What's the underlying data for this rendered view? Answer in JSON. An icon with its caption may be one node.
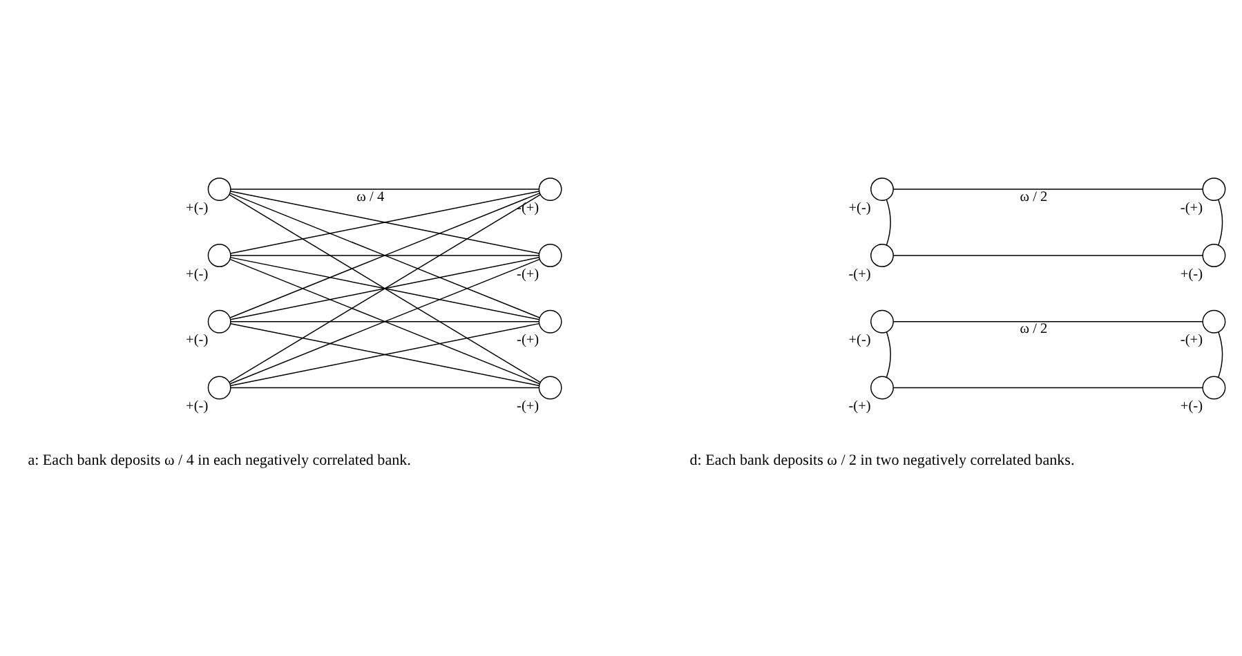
{
  "diagram": {
    "nodes": [
      {
        "text": [],
        "shape": "circle",
        "beside": [
          "+(-)"
        ]
      },
      {
        "text": [],
        "shape": "circle",
        "beside": [
          "+(-)"
        ]
      },
      {
        "text": [],
        "shape": "circle",
        "beside": [
          "+(-)"
        ]
      },
      {
        "text": [],
        "shape": "circle",
        "beside": [
          "+(-)"
        ]
      },
      {
        "text": [],
        "shape": "circle",
        "beside": [
          "-(+)"
        ]
      },
      {
        "text": [],
        "shape": "circle",
        "beside": [
          "-(+)"
        ]
      },
      {
        "text": [],
        "shape": "circle",
        "beside": [
          "-(+)"
        ]
      },
      {
        "text": [],
        "shape": "circle",
        "beside": [
          "-(+)"
        ]
      },
      {
        "text": [],
        "shape": "circle",
        "beside": [
          "+(-)"
        ]
      },
      {
        "text": [],
        "shape": "circle",
        "beside": [
          "-(+)"
        ]
      },
      {
        "text": [],
        "shape": "circle",
        "beside": [
          "-(+)"
        ]
      },
      {
        "text": [],
        "shape": "circle",
        "beside": [
          "+(-)"
        ]
      },
      {
        "text": [],
        "shape": "circle",
        "beside": [
          "+(-)"
        ]
      },
      {
        "text": [],
        "shape": "circle",
        "beside": [
          "-(+)"
        ]
      },
      {
        "text": [],
        "shape": "circle",
        "beside": [
          "-(+)"
        ]
      },
      {
        "text": [],
        "shape": "circle",
        "beside": [
          "+(-)"
        ]
      }
    ],
    "edges": [
      {
        "from": 0,
        "to": 4,
        "arrow": "none",
        "label": "ω / 4"
      },
      {
        "from": 0,
        "to": 5,
        "arrow": "none"
      },
      {
        "from": 0,
        "to": 6,
        "arrow": "none"
      },
      {
        "from": 0,
        "to": 7,
        "arrow": "none"
      },
      {
        "from": 1,
        "to": 4,
        "arrow": "none"
      },
      {
        "from": 1,
        "to": 5,
        "arrow": "none"
      },
      {
        "from": 1,
        "to": 6,
        "arrow": "none"
      },
      {
        "from": 1,
        "to": 7,
        "arrow": "none"
      },
      {
        "from": 2,
        "to": 4,
        "arrow": "none"
      },
      {
        "from": 2,
        "to": 5,
        "arrow": "none"
      },
      {
        "from": 2,
        "to": 6,
        "arrow": "none"
      },
      {
        "from": 2,
        "to": 7,
        "arrow": "none"
      },
      {
        "from": 3,
        "to": 4,
        "arrow": "none"
      },
      {
        "from": 3,
        "to": 5,
        "arrow": "none"
      },
      {
        "from": 3,
        "to": 6,
        "arrow": "none"
      },
      {
        "from": 3,
        "to": 7,
        "arrow": "none"
      },
      {
        "from": 8,
        "to": 9,
        "arrow": "none",
        "label": "ω / 2"
      },
      {
        "from": 8,
        "to": 10,
        "arrow": "none"
      },
      {
        "from": 9,
        "to": 11,
        "arrow": "none"
      },
      {
        "from": 10,
        "to": 11,
        "arrow": "none"
      },
      {
        "from": 12,
        "to": 13,
        "arrow": "none",
        "label": "ω / 2"
      },
      {
        "from": 12,
        "to": 14,
        "arrow": "none"
      },
      {
        "from": 13,
        "to": 15,
        "arrow": "none"
      },
      {
        "from": 14,
        "to": 15,
        "arrow": "none"
      }
    ],
    "labels": [
      "a: Each bank deposits ω / 4 in each negatively correlated bank.",
      "d: Each bank deposits ω / 2 in two negatively correlated banks."
    ]
  }
}
